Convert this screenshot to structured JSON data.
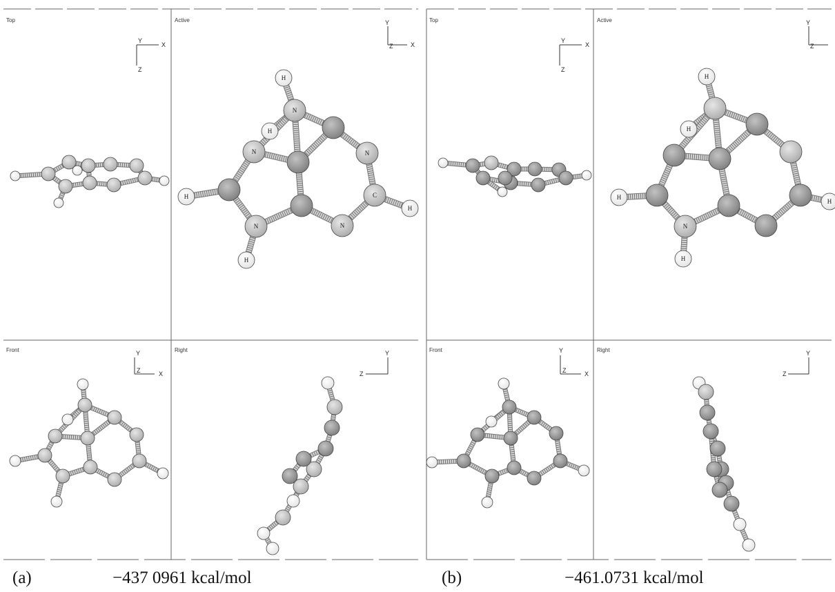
{
  "figure": {
    "panels": [
      {
        "id": "a",
        "label": "(a)",
        "energy": "−437 0961 kcal/mol",
        "views": {
          "top": "Top",
          "active": "Active",
          "front": "Front",
          "right": "Right"
        }
      },
      {
        "id": "b",
        "label": "(b)",
        "energy": "−461.0731 kcal/mol",
        "views": {
          "top": "Top",
          "active": "Active",
          "front": "Front",
          "right": "Right"
        }
      }
    ],
    "axis_labels": {
      "x": "X",
      "y": "Y",
      "z": "Z"
    },
    "atom_labels": {
      "hydrogen": "H",
      "nitrogen": "N",
      "carbon": "C"
    }
  },
  "colors": {
    "hydrogen": "#f4f4f4",
    "heavy_light": "#c8c8c8",
    "heavy_dark": "#9a9a9a",
    "bond": "#bdbdbd",
    "frame": "#555555"
  }
}
